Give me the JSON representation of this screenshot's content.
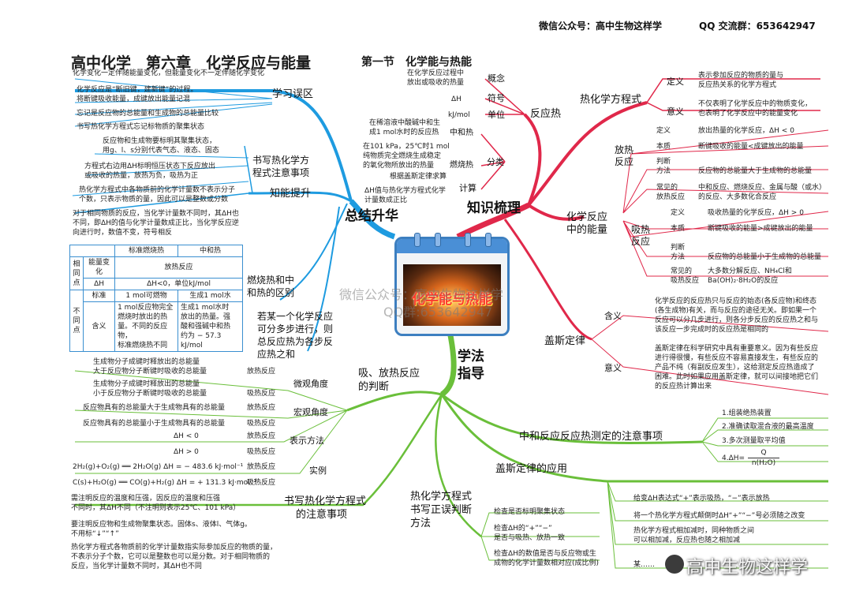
{
  "header": {
    "wechat": "微信公众号：高中生物这样学",
    "qq": "QQ 交流群：653642947",
    "title": "高中化学　第六章　化学反应与能量",
    "section": "第一节　化学能与热能"
  },
  "center": {
    "caption": "化学能与热能",
    "watermark1": "微信公众号：高中生物这样学",
    "watermark2": "QQ群:653642947",
    "bottom_watermark": "高中生物这样学"
  },
  "branches": {
    "summary": "总结升华",
    "knowledge": "知识梳理",
    "method": "学法指导"
  },
  "mistakes": {
    "label": "学习误区",
    "items": [
      "化学变化一定伴随能量变化，但能量变化不一定伴随化学变化",
      "化学反应是“断旧键，建新键”的过程。",
      "将断键吸收能量，成键放出能量记混",
      "忘记是反应物的总能量和生成物的总能量比较",
      "书写热化学方程式忘记标物质的聚集状态"
    ]
  },
  "improve": {
    "label": "知能提升",
    "write_label_1": "书写热化学方",
    "write_label_2": "程式注意事项",
    "write_items": [
      "反应物和生成物要标明其聚集状态，",
      "用g、l、s分别代表气态、液态、固态",
      "方程式右边用ΔH标明恒压状态下反应放出",
      "或吸收的热量，放热为负，吸热为正",
      "热化学方程式中各物质前的化学计量数不表示分子",
      "个数，只表示物质的量，因此可以是整数或分数",
      "对于相同物质的反应，当化学计量数不同时，其ΔH也",
      "不同，即ΔH的值与化学计量数成正比，当化学反应逆",
      "向进行时，数值不变，符号相反"
    ],
    "compare_label_1": "燃烧热和中",
    "compare_label_2": "和热的区别",
    "table": {
      "col1": "标准燃烧热",
      "col2": "中和热",
      "same": "相同点",
      "diff": "不同点",
      "r1": "能量变化",
      "r1v": "放热反应",
      "r2": "ΔH",
      "r2v": "ΔH<0，单位kJ/mol",
      "r3": "标准",
      "r3a": "1 mol可燃物",
      "r3b": "生成1 mol水",
      "r4": "含义",
      "r4a1": "1 mol反应物完全",
      "r4a2": "燃烧时放出的热",
      "r4a3": "量。不同的反应物，",
      "r4a4": "标准燃烧热不同",
      "r4b1": "生成1 mol水时",
      "r4b2": "放出的热量。强",
      "r4b3": "酸和强碱中和热",
      "r4b4": "约为 − 57.3 kJ/mol"
    },
    "hess_1": "若某一个化学反应",
    "hess_2": "可分多步进行，则",
    "hess_3": "总反应热为各步反",
    "hess_4": "应热之和"
  },
  "reaction_heat": {
    "label": "反应热",
    "concept": "概念",
    "concept_text_1": "在化学反应过程中",
    "concept_text_2": "放出或吸收的热量",
    "symbol": "符号",
    "symbol_text": "ΔH",
    "unit": "单位",
    "unit_text": "kJ/mol",
    "classify": "分类",
    "neutral": "中和热",
    "neutral_text_1": "在稀溶液中酸碱中和生",
    "neutral_text_2": "成1 mol水时的反应热",
    "combust": "燃烧热",
    "combust_text_1": "在101 kPa，25℃时1 mol",
    "combust_text_2": "纯物质完全燃烧生成稳定",
    "combust_text_3": "的氧化物所放出的热量",
    "calc": "计算",
    "calc_text_1": "根据盖斯定律求算",
    "calc_text_2": "ΔH值与热化学方程式化学",
    "calc_text_3": "计量数成正比"
  },
  "thermo_eq": {
    "label": "热化学方程式",
    "def": "定义",
    "def_text_1": "表示参加反应的物质的量与",
    "def_text_2": "反应热关系的化学方程式",
    "meaning": "意义",
    "meaning_text_1": "不仅表明了化学反应中的物质变化，",
    "meaning_text_2": "也表明了化学反应中的能量变化"
  },
  "energy": {
    "label_1": "化学反应",
    "label_2": "中的能量",
    "exo_1": "放热",
    "exo_2": "反应",
    "exo_def": "定义",
    "exo_def_text": "放出热量的化学反应，ΔH < 0",
    "exo_nature": "本质",
    "exo_nature_text": "断键吸收的能量<成键放出的能量",
    "exo_judge_1": "判断",
    "exo_judge_2": "方法",
    "exo_judge_text": "反应物的总能量大于生成物的总能量",
    "exo_common_1": "常见的",
    "exo_common_2": "放热反应",
    "exo_common_text_1": "中和反应、燃烧反应、金属与酸（或水）",
    "exo_common_text_2": "的反应、大多数化合反应",
    "endo_1": "吸热",
    "endo_2": "反应",
    "endo_def": "定义",
    "endo_def_text": "吸收热量的化学反应，ΔH > 0",
    "endo_nature": "本质",
    "endo_nature_text": "断键吸收的能量>成键放出的能量",
    "endo_judge_1": "判断",
    "endo_judge_2": "方法",
    "endo_judge_text": "反应物的总能量小于生成物的总能量",
    "endo_common_1": "常见的",
    "endo_common_2": "吸热反应",
    "endo_common_text_1": "大多数分解反应、NH₄Cl和",
    "endo_common_text_2": "Ba(OH)₂·8H₂O的反应"
  },
  "hess": {
    "label": "盖斯定律",
    "meaning": "含义",
    "meaning_text_1": "化学反应的反应热只与反应的始态(各反应物)和终态",
    "meaning_text_2": "(各生成物)有关，而与反应的途径无关。即如果一个",
    "meaning_text_3": "反应可以分几步进行，则各分步反应的反应热之和与",
    "meaning_text_4": "该反应一步完成时的反应热是相同的",
    "sig": "意义",
    "sig_text_1": "盖斯定律在科学研究中具有重要意义。因为有些反应",
    "sig_text_2": "进行得很慢，有些反应不容易直接发生，有些反应的",
    "sig_text_3": "产品不纯（有副反应发生），这给测定反应热造成了",
    "sig_text_4": "困难。此时如果应用盖斯定律，就可以间接地把它们",
    "sig_text_5": "的反应热计算出来"
  },
  "judge": {
    "label_1": "吸、放热反应",
    "label_2": "的判断",
    "micro": "微观角度",
    "micro_a_1": "生成物分子成键时释放出的总能量",
    "micro_a_2": "大于反应物分子断键时吸收的总能量",
    "micro_a_tag": "放热反应",
    "micro_b_1": "生成物分子成键时释放出的总能量",
    "micro_b_2": "小于反应物分子断键时吸收的总能量",
    "micro_b_tag": "吸热反应",
    "macro": "宏观角度",
    "macro_a": "反应物具有的总能量大于生成物具有的总能量",
    "macro_a_tag": "放热反应",
    "macro_b": "反应物具有的总能量小于生成物具有的总能量",
    "macro_b_tag": "吸热反应",
    "express": "表示方法",
    "express_a": "ΔH < 0",
    "express_a_tag": "放热反应",
    "express_b": "ΔH > 0",
    "express_b_tag": "吸热反应",
    "example": "实例",
    "example_a": "2H₂(g)+O₂(g) ══ 2H₂O(g)  ΔH = − 483.6 kJ·mol⁻¹",
    "example_a_tag": "放热反应",
    "example_b": "C(s)+H₂O(g) ══ CO(g)+H₂(g)  ΔH = + 131.3 kJ·mol⁻¹",
    "example_b_tag": "吸热反应"
  },
  "write_notes": {
    "label_1": "书写热化学方程式",
    "label_2": "的注意事项",
    "n1_1": "需注明反应的温度和压强，因反应的温度和压强",
    "n1_2": "不同时，其ΔH不同（不注明则表示25℃、101 kPa）",
    "n2_1": "要注明反应物和生成物聚集状态。固体s、液体l、气体g。",
    "n2_2": "不用标“↓”“↑”",
    "n3_1": "热化学方程式各物质前的化学计量数指实际参加反应的物质的量，",
    "n3_2": "不表示分子个数，它可以是整数也可以是分数。对于相同物质的",
    "n3_3": "反应，当化学计量数不同时，其ΔH也不同"
  },
  "correct": {
    "label_1": "热化学方程式",
    "label_2": "书写正误判断",
    "label_3": "方法",
    "c1": "检查是否标明聚集状态",
    "c2_1": "检查ΔH的“+”“−”",
    "c2_2": "是否与吸热、放热一致",
    "c3_1": "检查ΔH的数值是否与反应物或生",
    "c3_2": "成物的化学计量数相对应(成比例)"
  },
  "neutral_measure": {
    "label": "中和反应反应热测定的注意事项",
    "i1": "1.组装绝热装置",
    "i2": "2.准确读取混合液的最高温度",
    "i3": "3.多次测量取平均值",
    "i4_pre": "4.ΔH=",
    "i4_num": "Q",
    "i4_den": "n(H₂O)"
  },
  "hess_app": {
    "label": "盖斯定律的应用",
    "a1": "给变ΔH表达式“+”表示吸热，“−”表示放热",
    "a2": "将一个热化学方程式颠倒时ΔH“+”“−”号必须随之改变",
    "a3_1": "热化学方程式相加减时，同种物质之间",
    "a3_2": "可以相加减，反应热也随之相加减",
    "a4": "某……"
  }
}
